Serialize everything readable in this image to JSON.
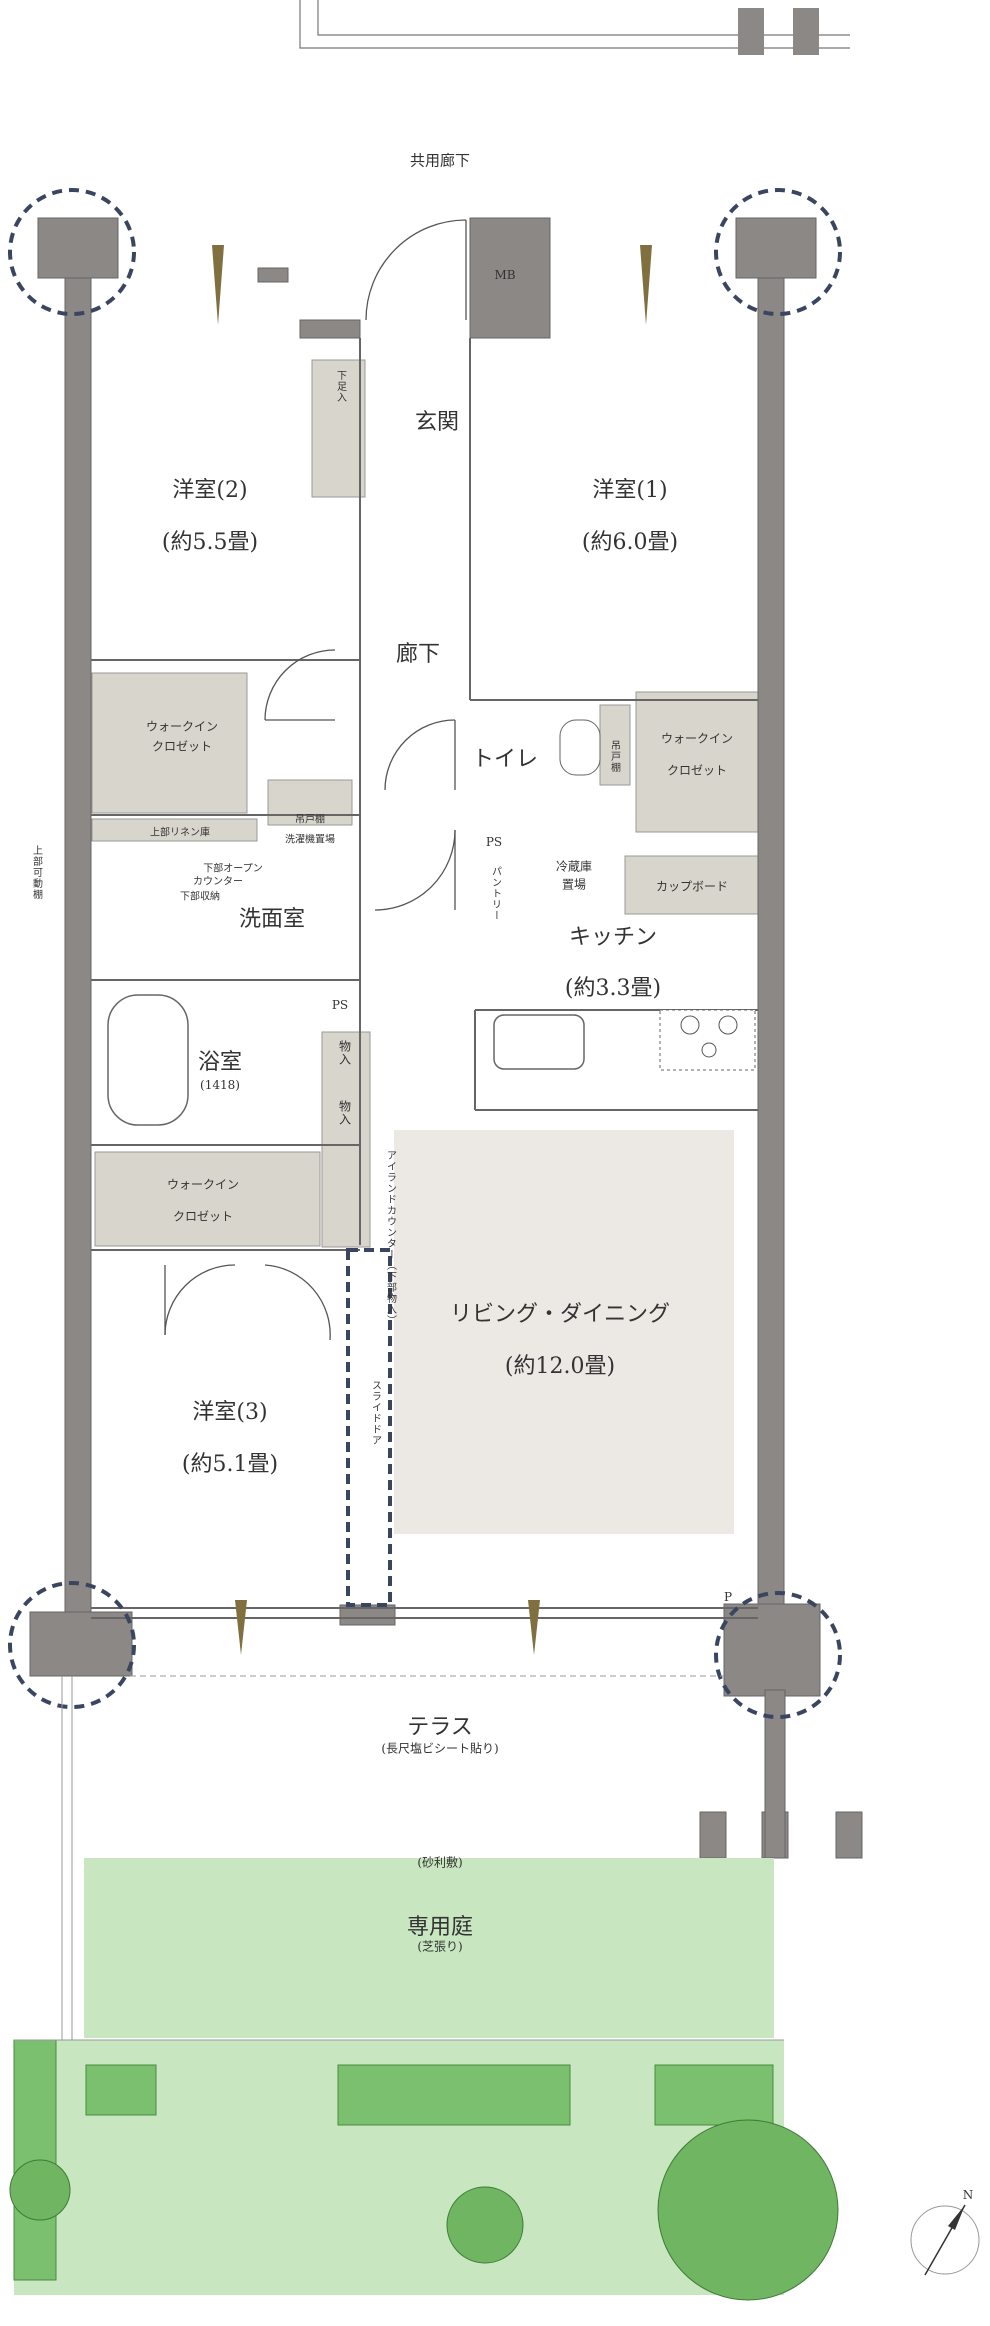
{
  "corridor": "共用廊下",
  "mb": "MB",
  "entrance": "玄関",
  "shoe": "下足入",
  "hallway": "廊下",
  "room1": {
    "name": "洋室(1)",
    "size": "(約6.0畳)"
  },
  "room2": {
    "name": "洋室(2)",
    "size": "(約5.5畳)"
  },
  "room3": {
    "name": "洋室(3)",
    "size": "(約5.1畳)"
  },
  "wic1": {
    "a": "ウォークイン",
    "b": "クロゼット"
  },
  "wic2": {
    "a": "ウォークイン",
    "b": "クロゼット"
  },
  "wic3": {
    "a": "ウォークイン",
    "b": "クロゼット"
  },
  "toilet": "トイレ",
  "hanging_shelf": "吊戸棚",
  "hanging_shelf2": "吊戸棚",
  "washer": "洗濯機置場",
  "linen": "上部リネン庫",
  "movable_shelf": "上部可動棚",
  "counter_notes": [
    "下部オープン",
    "カウンター",
    "下部収納"
  ],
  "washroom": "洗面室",
  "ps1": "PS",
  "ps2": "PS",
  "pantry": "パントリー",
  "fridge": [
    "冷蔵庫",
    "置場"
  ],
  "cupboard": "カップボード",
  "kitchen": {
    "name": "キッチン",
    "size": "(約3.3畳)"
  },
  "bath": {
    "name": "浴室",
    "size": "(1418)"
  },
  "storage1": "物入",
  "storage2": "物入",
  "island": "アイランドカウンター（下部物入）",
  "living": {
    "name": "リビング・ダイニング",
    "size": "(約12.0畳)"
  },
  "slide": "スライドドア",
  "p": "P",
  "terrace": {
    "name": "テラス",
    "sub": "(長尺塩ビシート貼り)"
  },
  "gravel": "(砂利敷)",
  "garden": {
    "name": "専用庭",
    "sub": "(芝張り)"
  },
  "north": "N",
  "colors": {
    "wall": "#8c8886",
    "storage": "#d8d5cc",
    "living": "#ece8e4",
    "lawn": "#c8e6c0",
    "hedge": "#7bc06e",
    "tree": "#6fb562",
    "accent": "#3a4660",
    "door": "#807040"
  }
}
